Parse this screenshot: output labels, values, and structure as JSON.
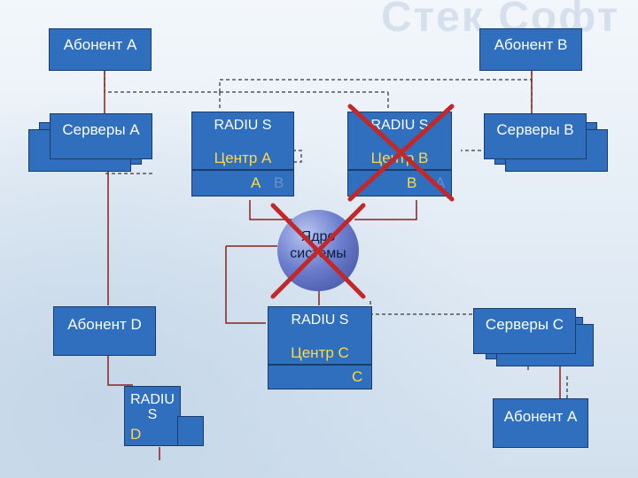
{
  "watermark": "Стек Софт",
  "abonent_a_top": "Абонент А",
  "abonent_b_top": "Абонент В",
  "servers_a": "Серверы А",
  "servers_b": "Серверы В",
  "servers_c": "Серверы С",
  "radius_a": {
    "label": "RADIU S",
    "center": "Центр А",
    "sub": [
      "А",
      "В"
    ]
  },
  "radius_b": {
    "label": "RADIU S",
    "center": "Центр В",
    "sub": [
      "В",
      "А"
    ]
  },
  "radius_c": {
    "label": "RADIU S",
    "center": "Центр С",
    "sub": [
      "С"
    ]
  },
  "radius_d": {
    "label": "RADIU S",
    "center": "D"
  },
  "core": "Ядро системы",
  "abonent_d": "Абонент D",
  "abonent_a_bottom": "Абонент А",
  "colors": {
    "box_fill": "#2f6fbd",
    "accent_text": "#ffd84a",
    "cross": "#c0282a",
    "link_solid": "#8a2020",
    "link_dashed": "#555555"
  }
}
